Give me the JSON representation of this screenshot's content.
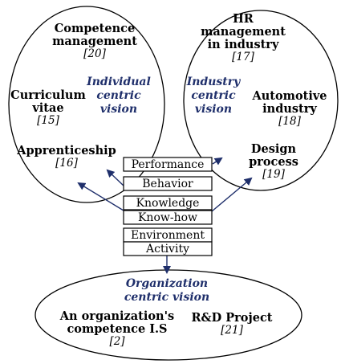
{
  "left_ellipse": {
    "vision": [
      "Individual",
      "centric",
      "vision"
    ],
    "competence": {
      "lines": [
        "Competence",
        "management"
      ],
      "ref": "[20]"
    },
    "cv": {
      "lines": [
        "Curriculum",
        "vitae"
      ],
      "ref": "[15]"
    },
    "apprenticeship": {
      "lines": [
        "Apprenticeship"
      ],
      "ref": "[16]"
    }
  },
  "right_ellipse": {
    "vision": [
      "Industry",
      "centric",
      "vision"
    ],
    "hr": {
      "lines": [
        "HR",
        "management",
        "in industry"
      ],
      "ref": "[17]"
    },
    "automotive": {
      "lines": [
        "Automotive",
        "industry"
      ],
      "ref": "[18]"
    },
    "design": {
      "lines": [
        "Design",
        "process"
      ],
      "ref": "[19]"
    }
  },
  "bottom_ellipse": {
    "vision": [
      "Organization",
      "centric vision"
    ],
    "org_is": {
      "lines": [
        "An organization's",
        "competence I.S"
      ],
      "ref": "[2]"
    },
    "rd": {
      "lines": [
        "R&D Project"
      ],
      "ref": "[21]"
    }
  },
  "stack": {
    "performance": "Performance",
    "behavior": "Behavior",
    "knowledge": "Knowledge",
    "knowhow": "Know-how",
    "environment": "Environment",
    "activity": "Activity"
  },
  "colors": {
    "vision_text": "#1f2f6b",
    "arrow": "#1f2f6b"
  }
}
